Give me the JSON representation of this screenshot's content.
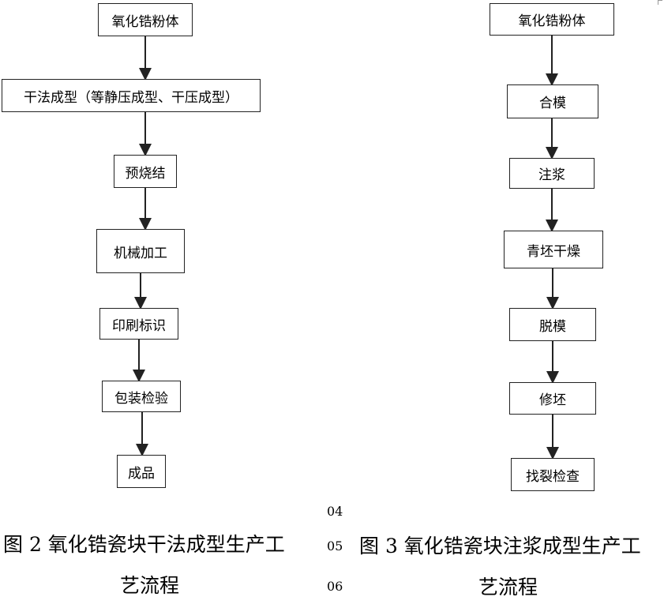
{
  "left_flow": {
    "steps": [
      "氧化锆粉体",
      "干法成型（等静压成型、干压成型）",
      "预烧结",
      "机械加工",
      "印刷标识",
      "包装检验",
      "成品"
    ]
  },
  "right_flow": {
    "steps": [
      "氧化锆粉体",
      "合模",
      "注浆",
      "青坯干燥",
      "脱模",
      "修坯",
      "找裂检查"
    ]
  },
  "captions": {
    "left_line1": "图 2  氧化锆瓷块干法成型生产工",
    "left_line2": "艺流程",
    "right_line1": "图 3  氧化锆瓷块注浆成型生产工",
    "right_line2": "艺流程"
  },
  "paragraph_numbers": [
    "04",
    "05",
    "06"
  ]
}
